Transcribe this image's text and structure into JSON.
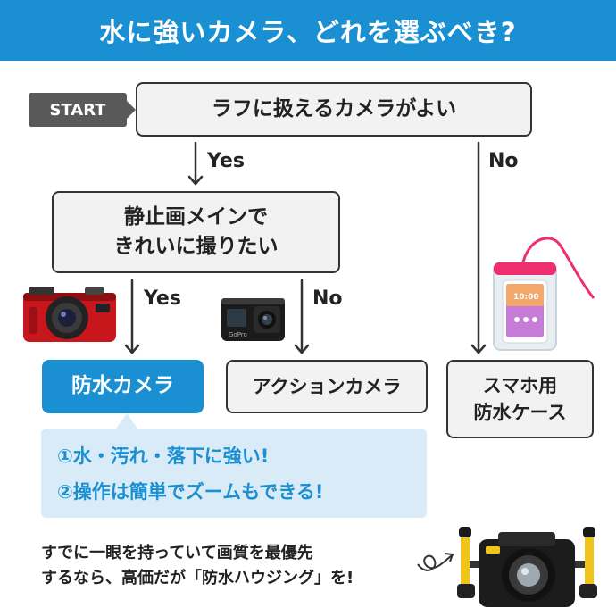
{
  "header": {
    "title": "水に強いカメラ、どれを選ぶべき?"
  },
  "start_label": "START",
  "nodes": {
    "easy_camera": "ラフに扱えるカメラがよい",
    "still_image": "静止画メインで\nきれいに撮りたい",
    "waterproof_camera": "防水カメラ",
    "action_camera": "アクションカメラ",
    "phone_case": "スマホ用\n防水ケース"
  },
  "edges": {
    "yes_1": "Yes",
    "no_1": "No",
    "yes_2": "Yes",
    "no_2": "No"
  },
  "benefits": [
    "①水・汚れ・落下に強い!",
    "②操作は簡単でズームもできる!"
  ],
  "note": {
    "line1": "すでに一眼を持っていて画質を最優先",
    "line2": "するなら、高価だが「防水ハウジング」を!"
  },
  "icons": {
    "waterproof_camera_image": "red-compact-camera-icon",
    "action_camera_image": "action-camera-icon",
    "phone_case_image": "waterproof-phone-case-icon",
    "housing_image": "underwater-housing-icon"
  },
  "colors": {
    "accent": "#1a8fd1",
    "benefit_bg": "#d9ebf7",
    "node_bg": "#f2f2f2",
    "start_bg": "#595959"
  }
}
